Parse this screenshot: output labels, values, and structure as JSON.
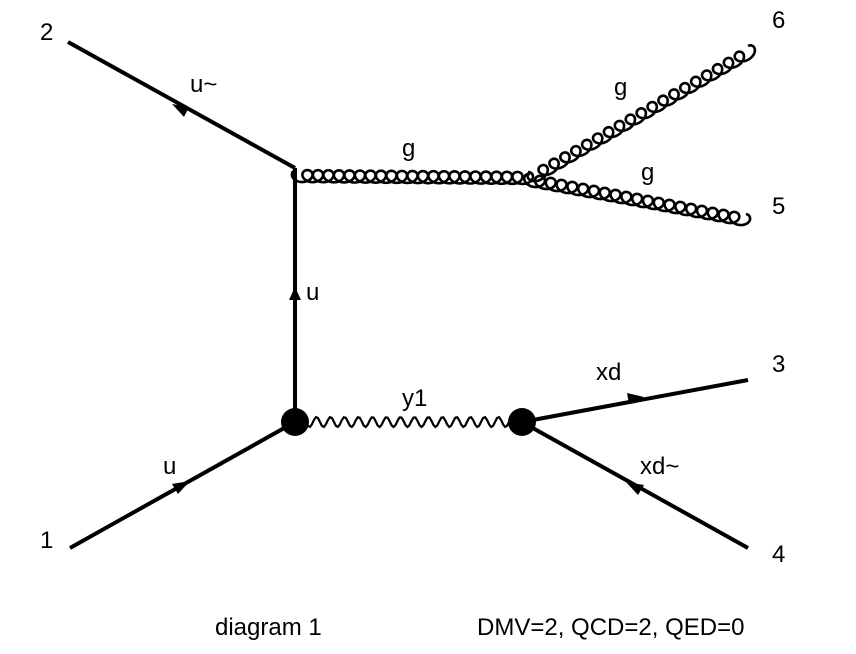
{
  "external_labels": {
    "p1": "1",
    "p2": "2",
    "p3": "3",
    "p4": "4",
    "p5": "5",
    "p6": "6"
  },
  "particles": {
    "incoming_u": "u",
    "incoming_ubar": "u~",
    "propagator_u": "u",
    "photon_like": "y1",
    "gluon_propagator": "g",
    "gluon_out_upper": "g",
    "gluon_out_lower": "g",
    "xd": "xd",
    "xd_bar": "xd~"
  },
  "caption": {
    "title": "diagram 1",
    "couplings": "DMV=2, QCD=2, QED=0"
  }
}
